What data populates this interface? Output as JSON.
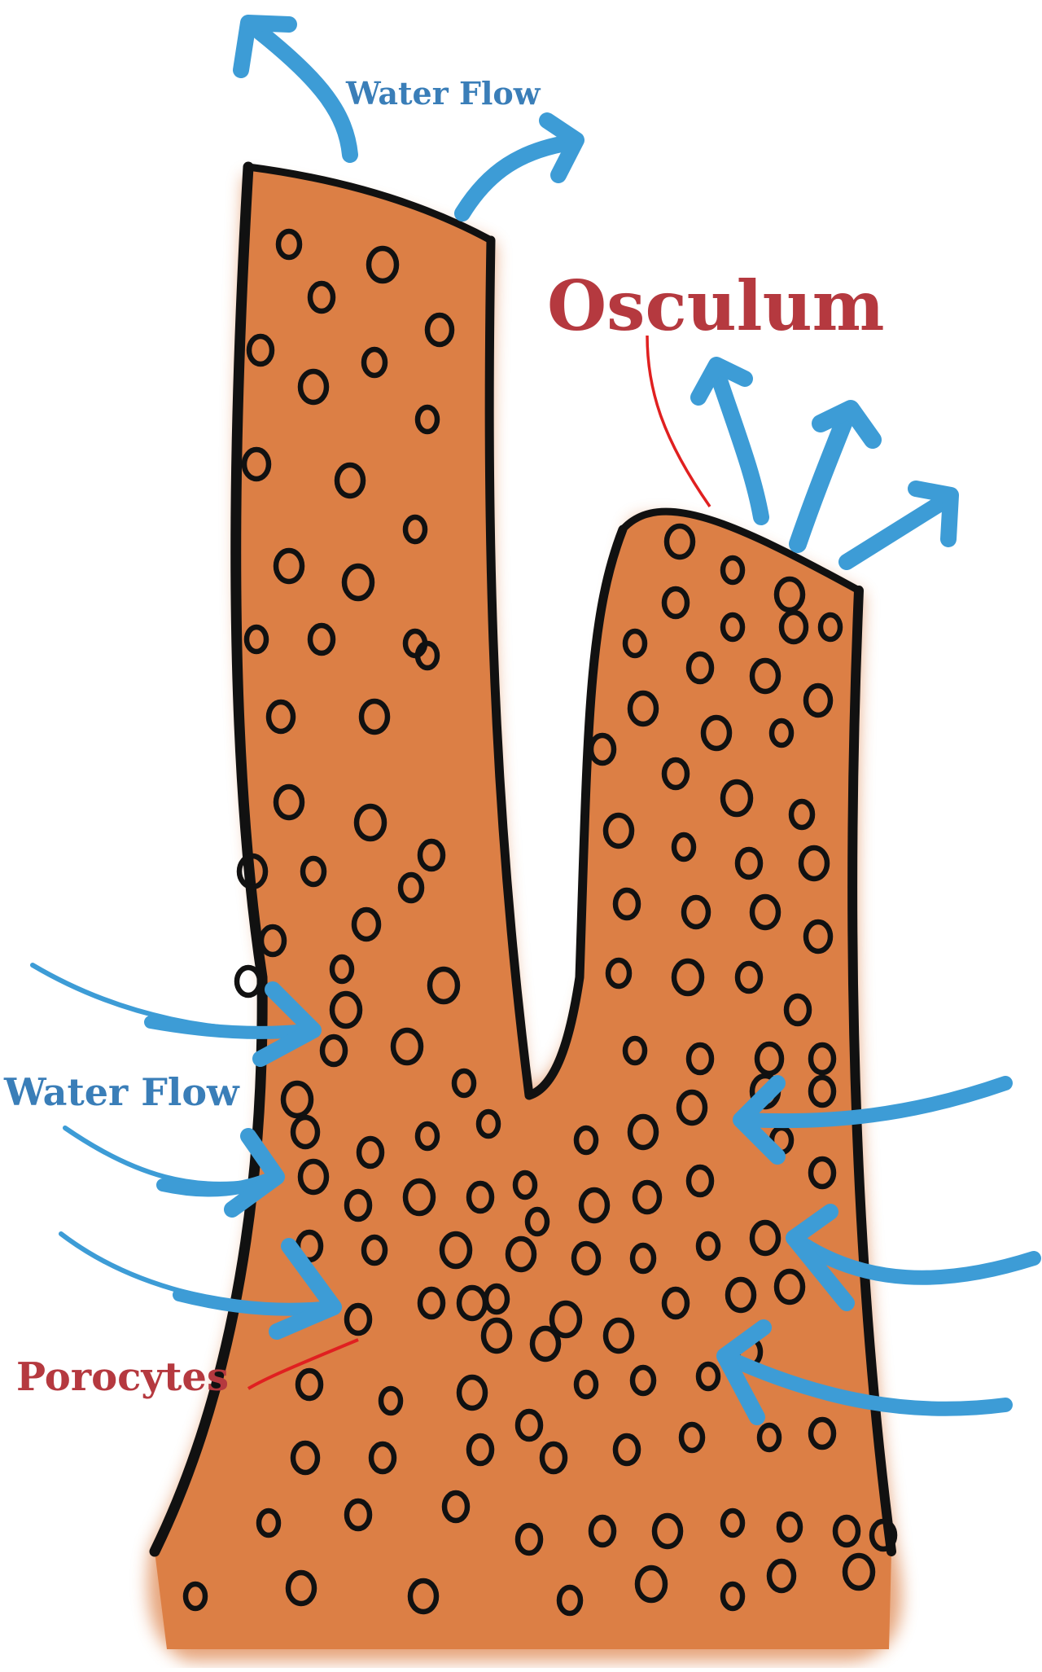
{
  "labels": {
    "water_flow_top": "Water Flow",
    "osculum": "Osculum",
    "water_flow_left": "Water Flow",
    "porocytes": "Porocytes"
  },
  "colors": {
    "sponge_fill": "#dc7f45",
    "outline": "#111111",
    "arrow": "#3d9cd6",
    "label_blue": "#3a7eb8",
    "label_red": "#b5393f",
    "leader_red": "#e02020"
  }
}
